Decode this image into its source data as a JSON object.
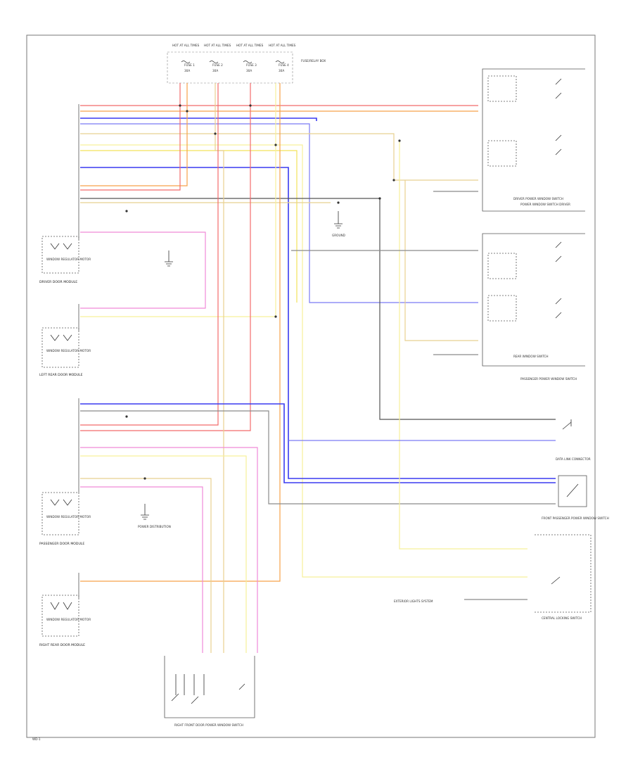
{
  "fuses": [
    {
      "label": "HOT AT ALL TIMES",
      "fuse": "FUSE 1",
      "amps": "30A"
    },
    {
      "label": "HOT AT ALL TIMES",
      "fuse": "FUSE 2",
      "amps": "30A"
    },
    {
      "label": "HOT AT ALL TIMES",
      "fuse": "FUSE 3",
      "amps": "30A"
    },
    {
      "label": "HOT AT ALL TIMES",
      "fuse": "FUSE 4",
      "amps": "30A"
    }
  ],
  "fuse_box_label": "FUSE/RELAY BOX",
  "wire_colors": {
    "red": "#f26b6b",
    "orange": "#f7a24a",
    "blue": "#3a3af0",
    "purple": "#c83aa8",
    "yellow": "#f2e25a",
    "lightyellow": "#f6f09a",
    "pink": "#f08ad8",
    "gray": "#8a8a8a",
    "darkgray": "#555555",
    "tan": "#e8d090",
    "lightblue": "#7a7af4",
    "magenta": "#b0306e"
  },
  "labels": {
    "driver_door_module": "DRIVER DOOR MODULE",
    "driver_window_motor": "WINDOW REGULATOR MOTOR",
    "left_rear_module": "LEFT REAR DOOR MODULE",
    "left_rear_motor": "WINDOW REGULATOR MOTOR",
    "passenger_module": "PASSENGER DOOR MODULE",
    "passenger_motor": "WINDOW REGULATOR MOTOR",
    "right_rear_module": "RIGHT REAR DOOR MODULE",
    "right_rear_motor": "WINDOW REGULATOR MOTOR",
    "window_switch_driver": "POWER WINDOW SWITCH DRIVER",
    "window_switch_rear": "REAR WINDOW SWITCH",
    "driver_window_switch_lbl": "DRIVER POWER WINDOW SWITCH",
    "pass_window_switch_lbl": "PASSENGER POWER WINDOW SWITCH",
    "front_pass_switch": "FRONT PASSENGER POWER WINDOW SWITCH",
    "central_locking": "CENTRAL LOCKING SWITCH",
    "exterior_lights": "EXTERIOR LIGHTS SYSTEM",
    "rear_door_switch": "RIGHT FRONT DOOR POWER WINDOW SWITCH",
    "ground": "GROUND",
    "power_dist": "POWER DISTRIBUTION",
    "data_link": "DATA LINK CONNECTOR",
    "ref_code": "WD-1"
  }
}
